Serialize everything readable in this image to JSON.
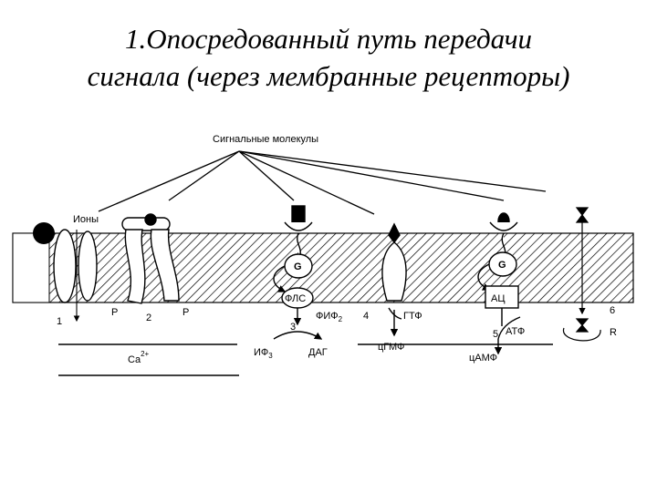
{
  "title": {
    "line1": "1.Опосредованный путь передачи",
    "line2": "сигнала (через мембранные рецепторы)"
  },
  "diagram": {
    "signal_molecules": "Сигнальные молекулы",
    "ions": "Ионы",
    "pathway_numbers": [
      "1",
      "2",
      "3",
      "4",
      "5",
      "6"
    ],
    "phosphate_left": "P",
    "phosphate_right": "P",
    "g_protein_1": "G",
    "g_protein_2": "G",
    "plc": "ФЛС",
    "pip2": "ФИФ",
    "pip2_sub": "2",
    "ip3": "ИФ",
    "ip3_sub": "3",
    "dag": "ДАГ",
    "gtp": "ГТФ",
    "cgmp": "цГМФ",
    "ac": "АЦ",
    "atp": "АТФ",
    "camp": "цАМФ",
    "calcium": "Ca",
    "calcium_sup": "2+",
    "receptor_r": "R"
  }
}
